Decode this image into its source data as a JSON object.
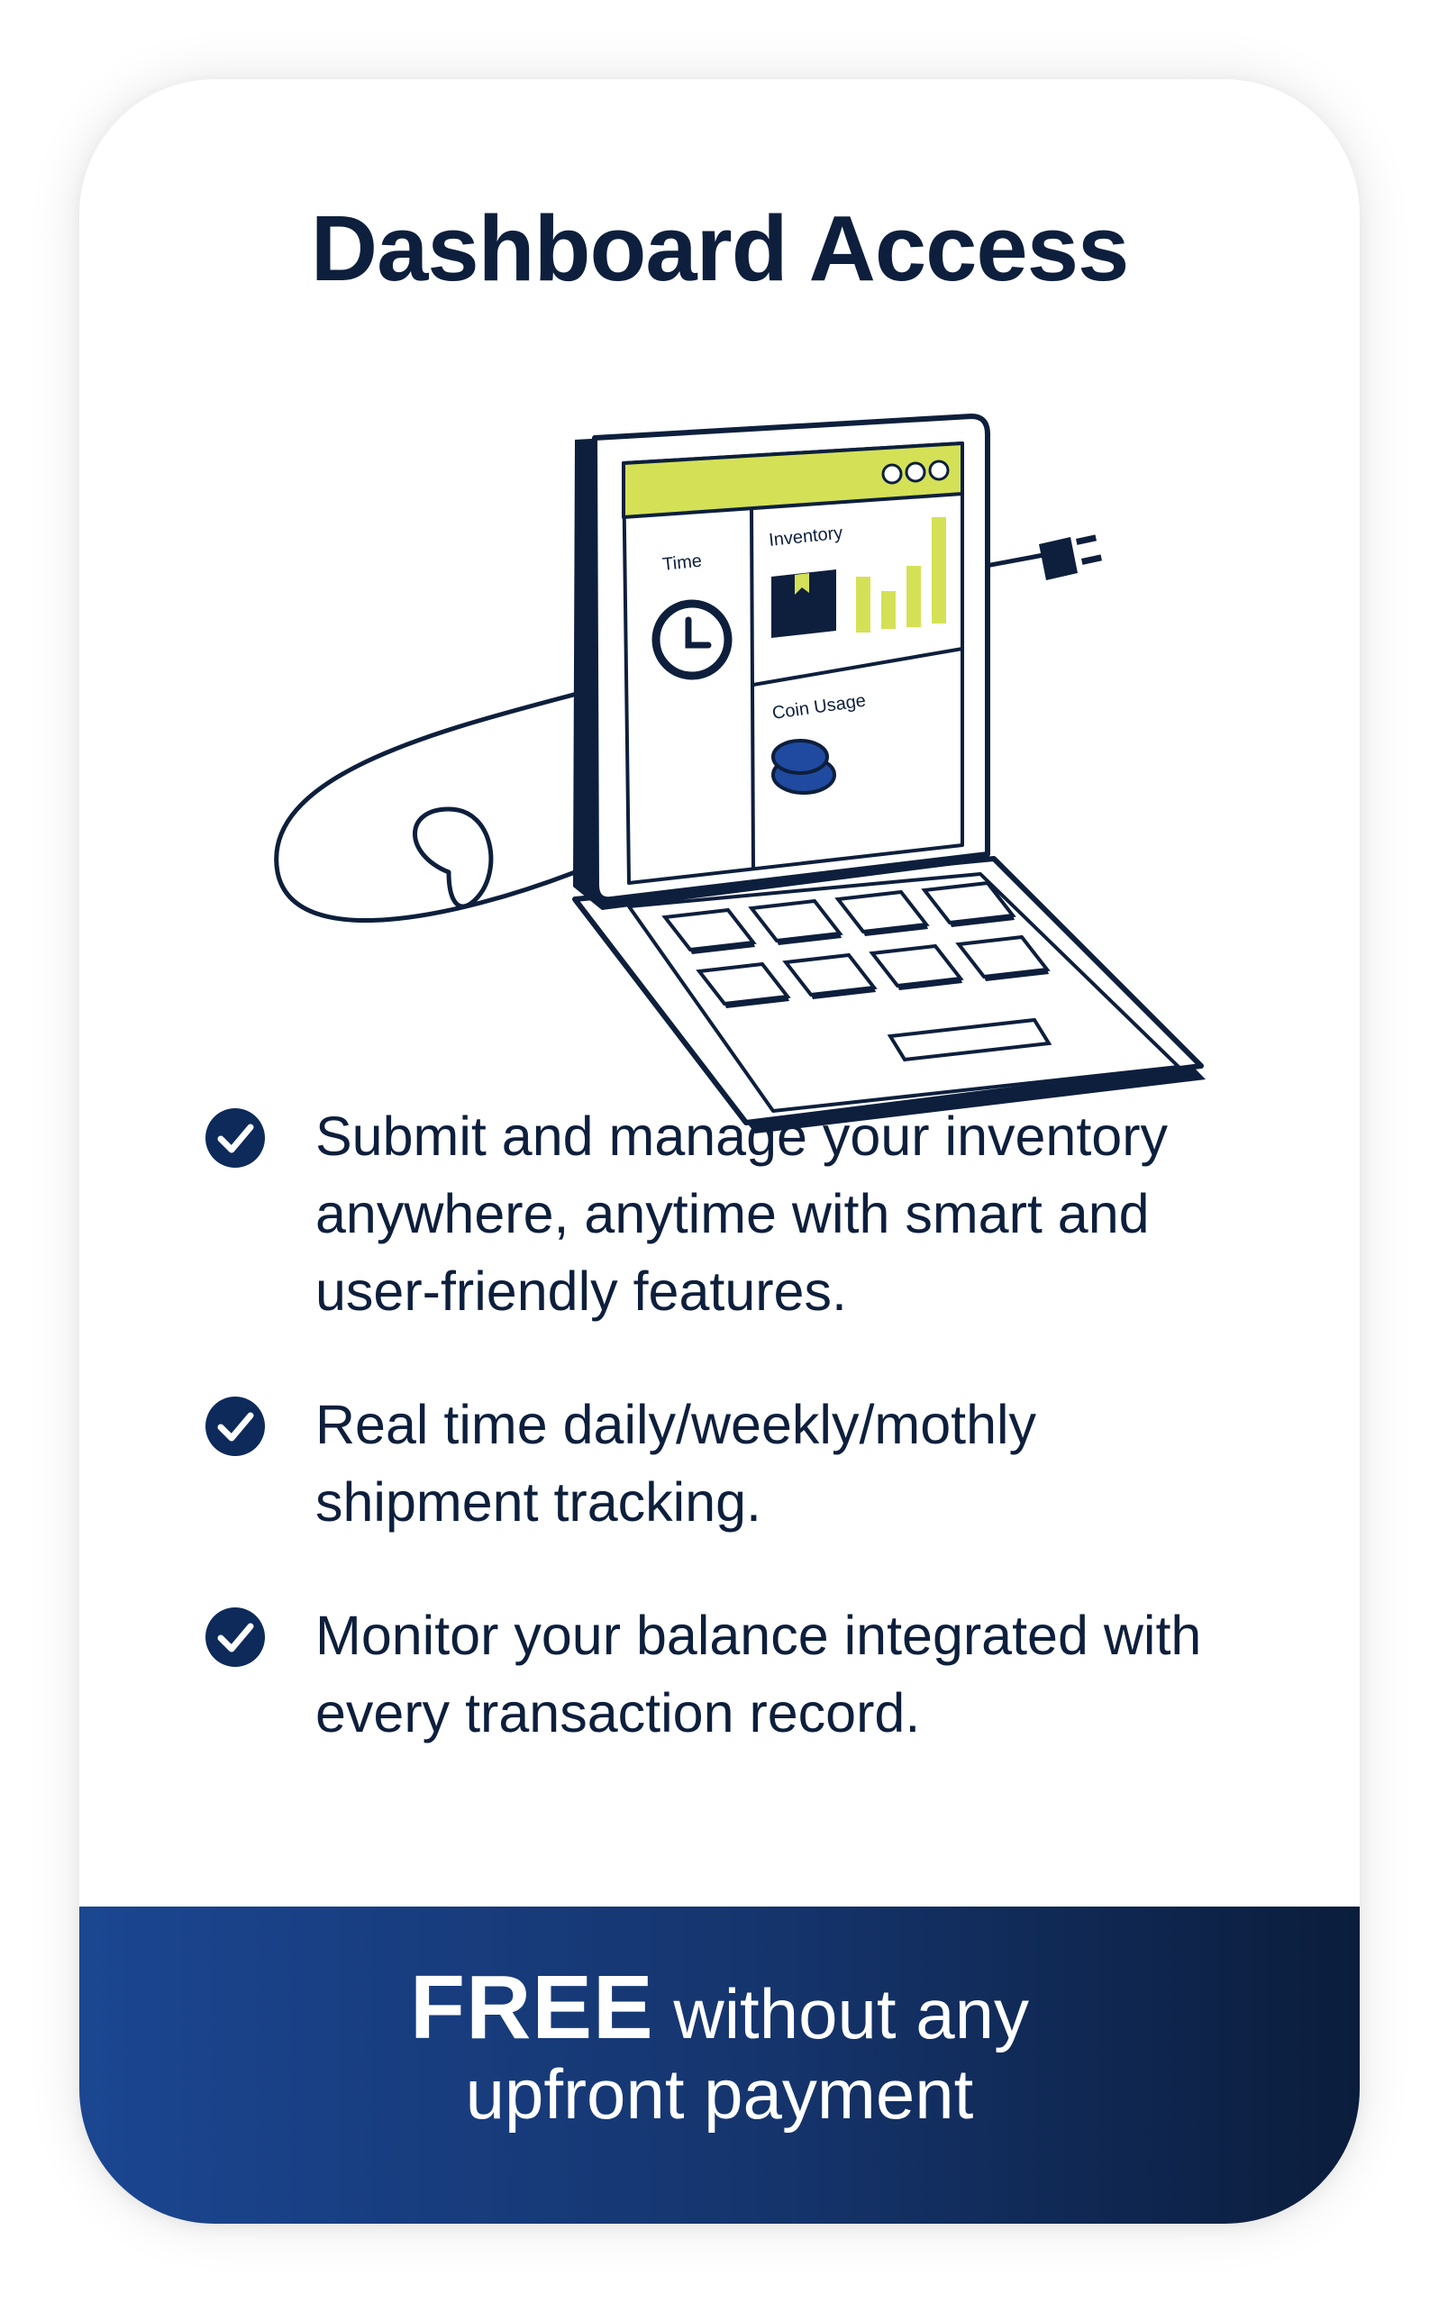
{
  "card": {
    "title": "Dashboard Access"
  },
  "illustration": {
    "icon": "laptop-dashboard-illustration",
    "panels": {
      "time_label": "Time",
      "inventory_label": "Inventory",
      "coin_usage_label": "Coin Usage"
    }
  },
  "features": [
    {
      "icon": "check-circle-icon",
      "text": "Submit and manage your inventory anywhere, anytime with smart and user-friendly features."
    },
    {
      "icon": "check-circle-icon",
      "text": "Real time daily/weekly/mothly shipment tracking."
    },
    {
      "icon": "check-circle-icon",
      "text": "Monitor your balance integrated with every transaction record."
    }
  ],
  "banner": {
    "free": "FREE",
    "line1_rest": " without any",
    "line2": "upfront payment"
  },
  "colors": {
    "navy": "#0d1f3c",
    "accent_lime": "#d4e157",
    "banner_start": "#1b4691",
    "banner_end": "#0b1d3c",
    "coin_blue": "#1f4aa0"
  }
}
